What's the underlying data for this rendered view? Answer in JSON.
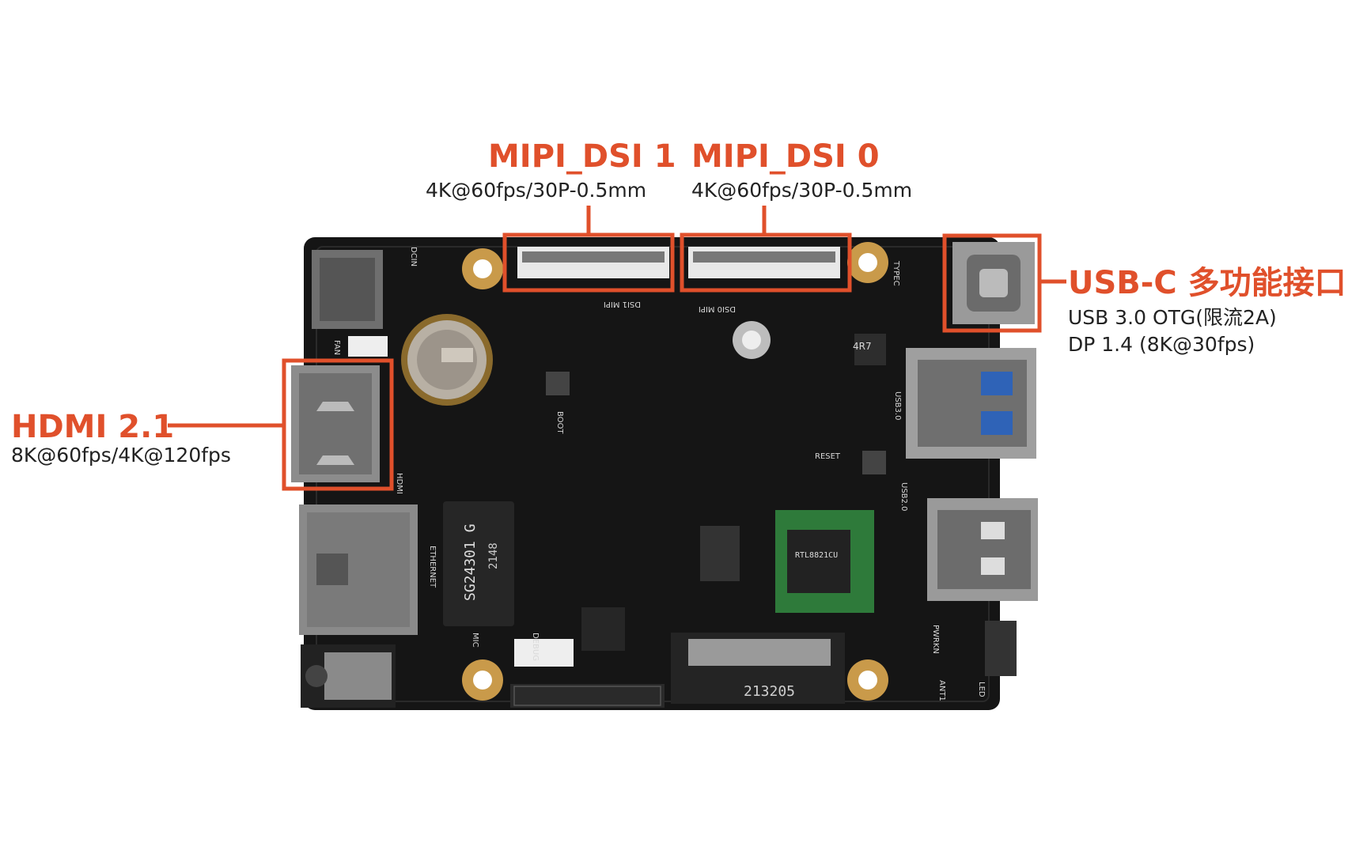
{
  "labels": {
    "mipi_dsi_1": {
      "title": "MIPI_DSI 1",
      "spec": "4K@60fps/30P-0.5mm"
    },
    "mipi_dsi_0": {
      "title": "MIPI_DSI 0",
      "spec": "4K@60fps/30P-0.5mm"
    },
    "usb_c": {
      "title": "USB-C 多功能接口",
      "spec_line1": "USB 3.0 OTG(限流2A)",
      "spec_line2": "DP 1.4 (8K@30fps)"
    },
    "hdmi": {
      "title": "HDMI 2.1",
      "spec": "8K@60fps/4K@120fps"
    }
  },
  "board_silkscreen": {
    "transformer_text": "SG24301 G",
    "transformer_sub": "2148",
    "wifi_chip_text": "RTL8821CU",
    "m2_slot_text": "213205",
    "reset": "RESET",
    "boot": "BOOT",
    "inductor": "4R7",
    "fan": "FAN",
    "debug": "DEBUG",
    "mic": "MIC",
    "ant": "ANT1",
    "led": "LED",
    "pwrkn": "PWRKN",
    "usb3": "USB3.0",
    "usb2": "USB2.0",
    "dcin": "DCIN",
    "hdmi": "HDMI",
    "ethernet": "ETHERNET",
    "dsi1": "DSI1 MIPI",
    "dsi0": "DSI0 MIPI",
    "typec": "TYPEC"
  },
  "colors": {
    "accent": "#e0502b",
    "board": "#141414",
    "gold": "#c99a4a"
  }
}
